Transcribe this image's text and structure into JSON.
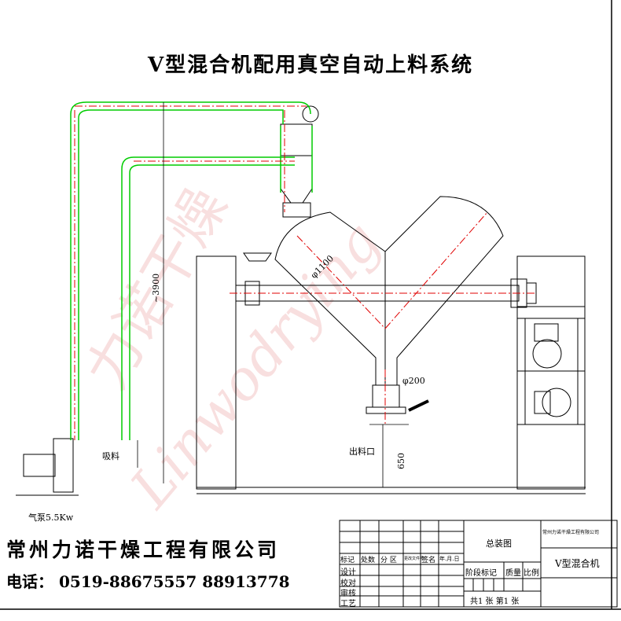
{
  "title": "V型混合机配用真空自动上料系统",
  "labels": {
    "suction": "吸料",
    "outlet": "出料口",
    "pump": "气泵5.5Kw",
    "dia_large": "φ1100",
    "dia_small": "φ200",
    "height": "~3900",
    "outlet_height": "650"
  },
  "company": "常州力诺干燥工程有限公司",
  "phone": "电话：  0519-88675557  88913778",
  "watermark": "Linwodrying",
  "title_block": {
    "headers": [
      "标记",
      "处数",
      "分 区",
      "更改文件号",
      "签名",
      "年.月.日"
    ],
    "roles": [
      "设计",
      "校对",
      "审核",
      "工艺"
    ],
    "drawing_type": "总装图",
    "stage_headers": [
      "阶段标记",
      "质量",
      "比例"
    ],
    "sheets": "共1 张    第1 张",
    "company_small": "常州力诺干燥工程有限公司",
    "product": "V型混合机"
  },
  "colors": {
    "pipe": "#00cc00",
    "centerline": "#e00000",
    "line": "#000000"
  }
}
